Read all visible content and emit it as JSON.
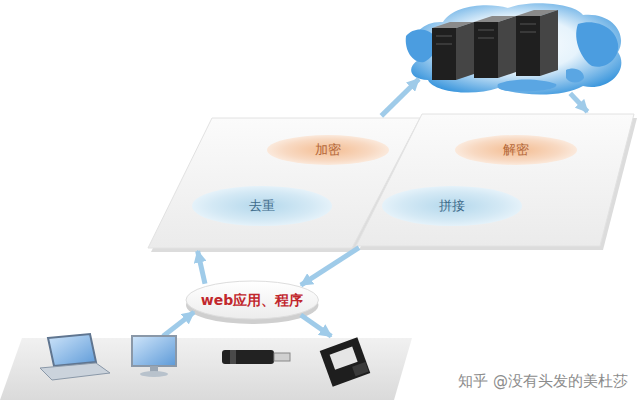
{
  "diagram": {
    "nodes": [
      {
        "text": []
      },
      {
        "text": []
      },
      {
        "text": [
          "加密"
        ],
        "in": 1
      },
      {
        "text": [
          "去重"
        ],
        "in": 1
      },
      {
        "text": []
      },
      {
        "text": [
          "解密"
        ],
        "in": 4
      },
      {
        "text": [
          "拼接"
        ],
        "in": 4
      },
      {
        "text": [
          "web应用、程序"
        ]
      },
      {
        "text": []
      }
    ],
    "edges": [
      {
        "from": 1,
        "to": 0,
        "arrow": "to"
      },
      {
        "from": 0,
        "to": 4,
        "arrow": "to"
      },
      {
        "from": 7,
        "to": 1,
        "arrow": "to"
      },
      {
        "from": 4,
        "to": 7,
        "arrow": "to"
      },
      {
        "from": 8,
        "to": 7,
        "arrow": "to"
      },
      {
        "from": 7,
        "to": 8,
        "arrow": "to"
      }
    ],
    "labels": [
      "知乎 @没有头发的美杜莎"
    ]
  }
}
